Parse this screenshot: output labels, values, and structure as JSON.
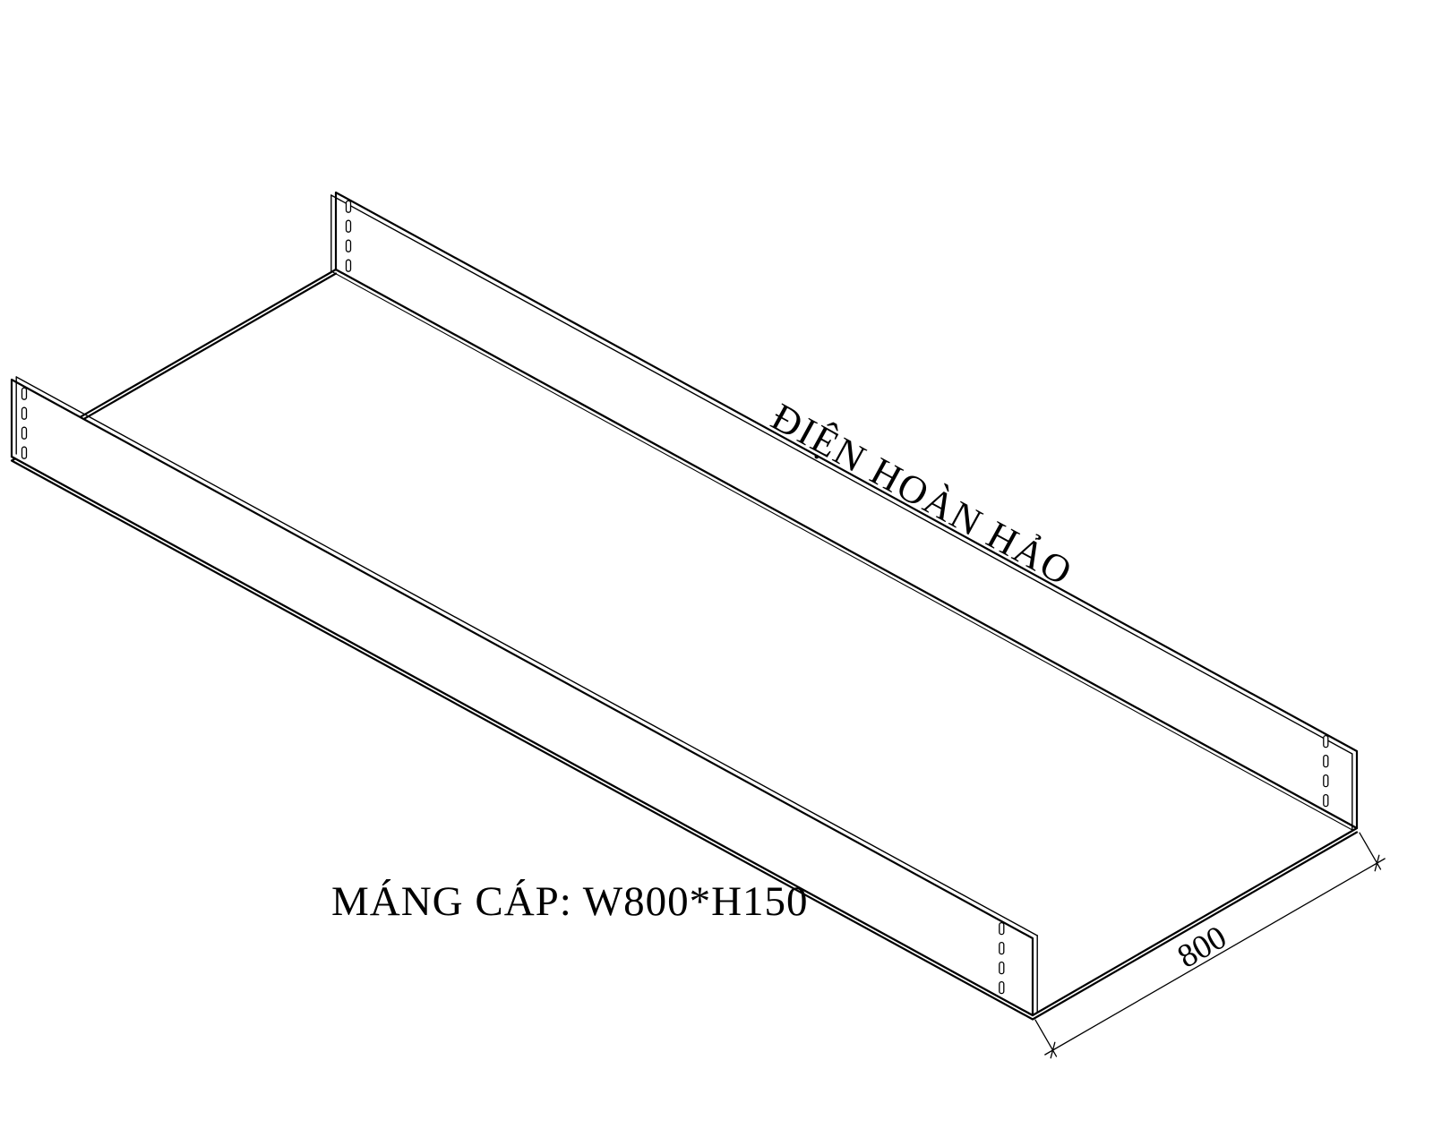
{
  "drawing": {
    "title": "MÁNG CÁP: W800*H150",
    "side_label": "ĐIỆN HOÀN HẢO",
    "dimension": {
      "value": "800"
    }
  }
}
